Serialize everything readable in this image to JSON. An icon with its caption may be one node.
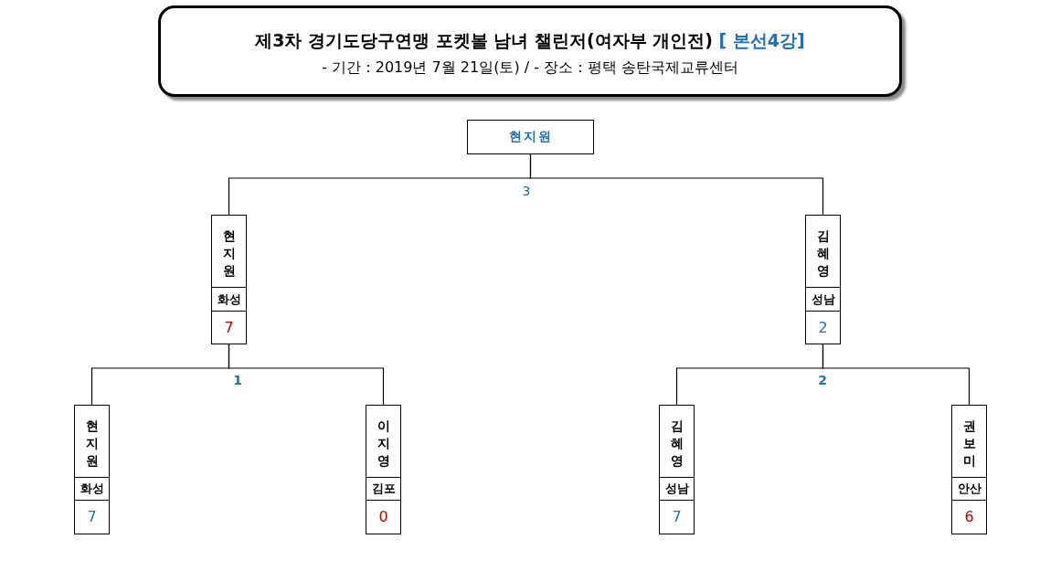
{
  "diagram": {
    "nodes": [
      {
        "text": [
          "제3차 경기도당구연맹 포켓볼 남녀 챌린저(여자부 개인전)",
          "[ 본선4강]",
          "- 기간 : 2019년 7월 21일(토) / - 장소 : 평택 송탄국제교류센터"
        ]
      },
      {
        "text": [
          "현지원"
        ]
      },
      {
        "text": [
          "현지원",
          "화성",
          "7"
        ]
      },
      {
        "text": [
          "김혜영",
          "성남",
          "2"
        ]
      },
      {
        "text": [
          "현지원",
          "화성",
          "7"
        ]
      },
      {
        "text": [
          "이지영",
          "김포",
          "0"
        ]
      },
      {
        "text": [
          "김혜영",
          "성남",
          "7"
        ]
      },
      {
        "text": [
          "권보미",
          "안산",
          "6"
        ]
      }
    ],
    "edges": [
      {
        "from": 1,
        "to": 2,
        "arrow": "none"
      },
      {
        "from": 1,
        "to": 3,
        "arrow": "none"
      },
      {
        "from": 2,
        "to": 4,
        "arrow": "none"
      },
      {
        "from": 2,
        "to": 5,
        "arrow": "none"
      },
      {
        "from": 3,
        "to": 6,
        "arrow": "none"
      },
      {
        "from": 3,
        "to": 7,
        "arrow": "none"
      }
    ],
    "labels": [
      "3",
      "1",
      "2"
    ]
  }
}
